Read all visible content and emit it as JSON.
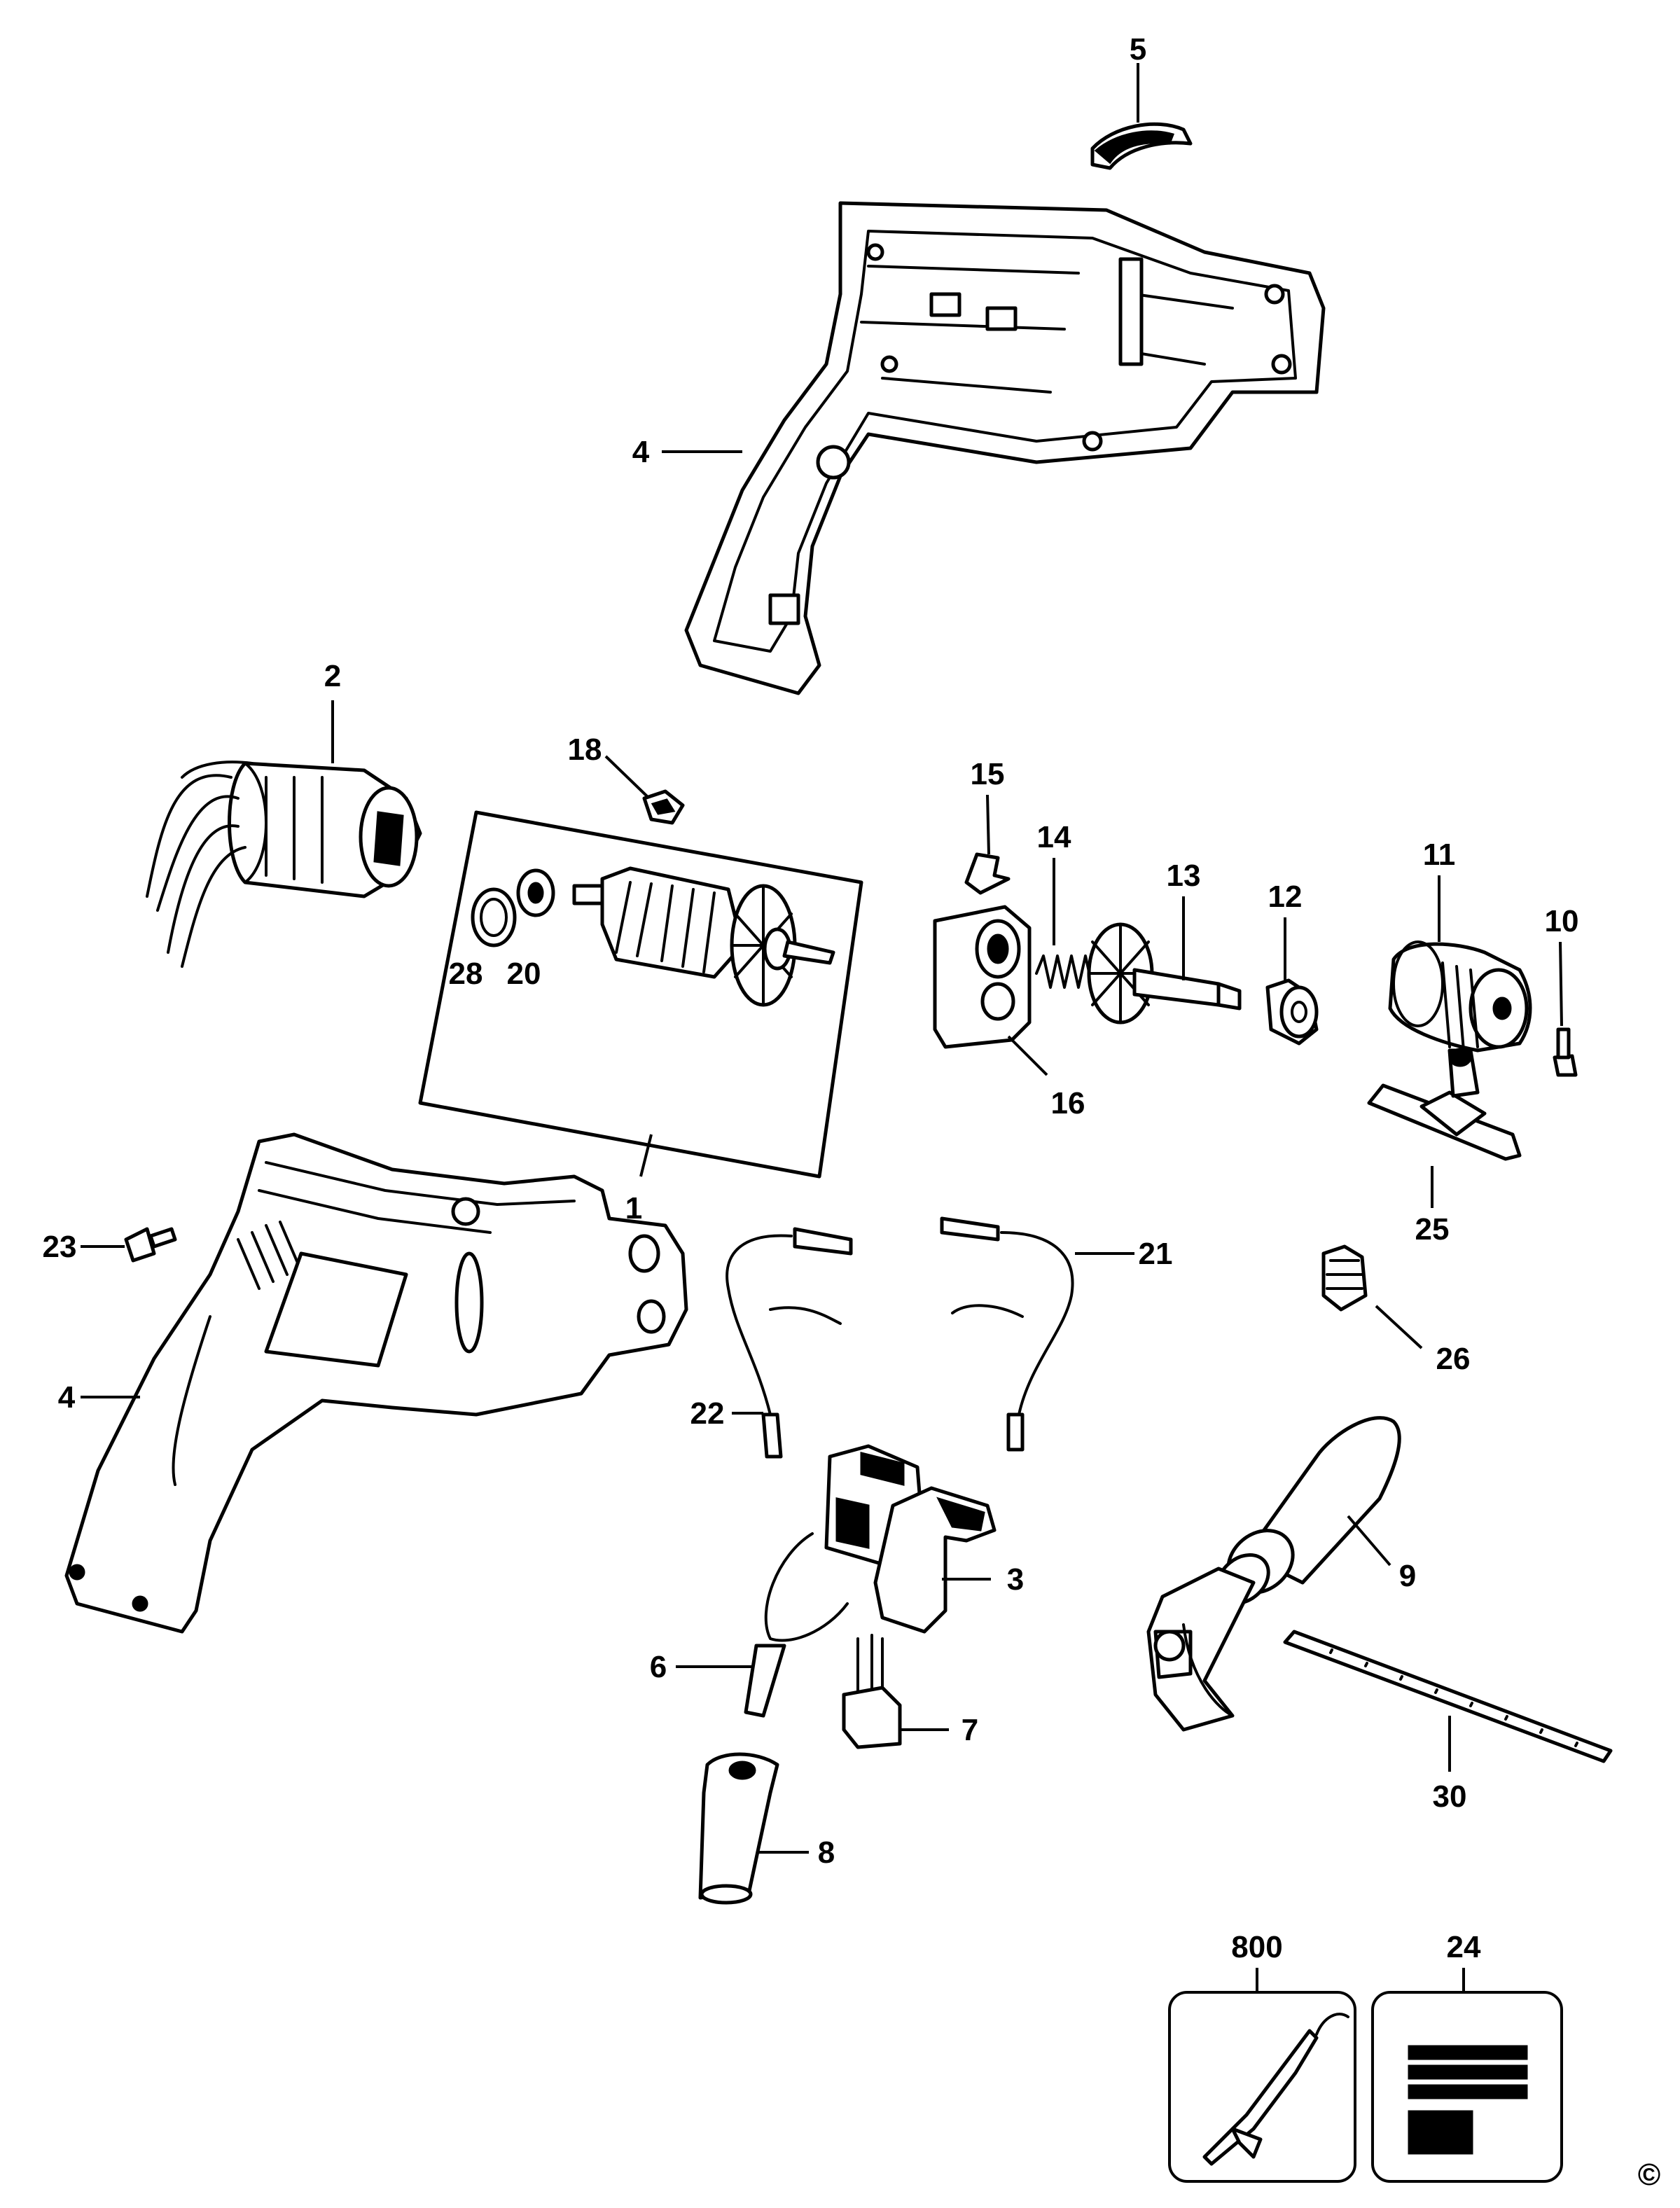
{
  "labels": {
    "p1": "1",
    "p2": "2",
    "p3": "3",
    "p4a": "4",
    "p4b": "4",
    "p5": "5",
    "p6": "6",
    "p7": "7",
    "p8": "8",
    "p9": "9",
    "p10": "10",
    "p11": "11",
    "p12": "12",
    "p13": "13",
    "p14": "14",
    "p15": "15",
    "p16": "16",
    "p18": "18",
    "p20": "20",
    "p21": "21",
    "p22": "22",
    "p23": "23",
    "p24": "24",
    "p25": "25",
    "p26": "26",
    "p28": "28",
    "p30": "30",
    "p800": "800"
  },
  "copyright": "©"
}
